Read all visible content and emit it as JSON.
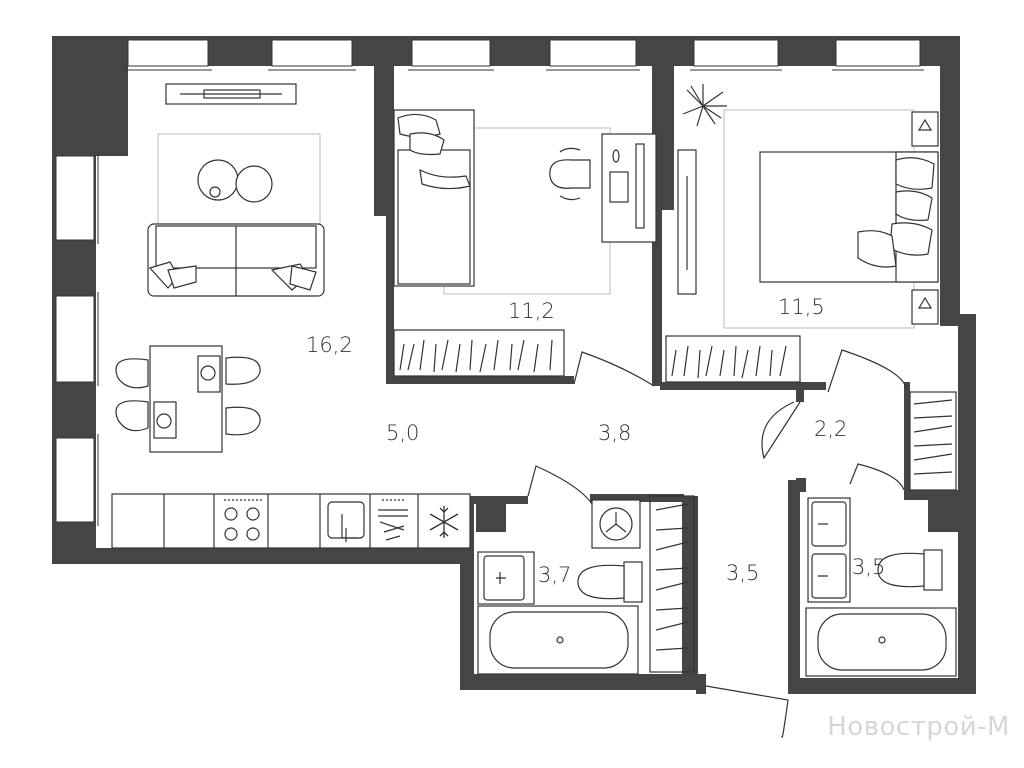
{
  "rooms": [
    {
      "id": "living-room",
      "area": "16,2"
    },
    {
      "id": "bedroom-1",
      "area": "11,2"
    },
    {
      "id": "bedroom-2",
      "area": "11,5"
    },
    {
      "id": "kitchen-zone",
      "area": "5,0"
    },
    {
      "id": "hallway",
      "area": "3,8"
    },
    {
      "id": "wardrobe",
      "area": "2,2"
    },
    {
      "id": "bathroom-1",
      "area": "3,7"
    },
    {
      "id": "entrance-hall",
      "area": "3,5"
    },
    {
      "id": "bathroom-2",
      "area": "3,5"
    }
  ],
  "watermark": "Новострой-М",
  "colors": {
    "wall": "#454545",
    "line": "#333333",
    "background": "#ffffff"
  },
  "icons": [
    "sofa-icon",
    "bed-icon",
    "desk-icon",
    "chair-icon",
    "dining-table-icon",
    "stove-icon",
    "sink-icon",
    "dishwasher-icon",
    "fridge-icon",
    "bathtub-icon",
    "toilet-icon",
    "washing-machine-icon",
    "plant-icon",
    "tv-icon",
    "wardrobe-icon"
  ]
}
